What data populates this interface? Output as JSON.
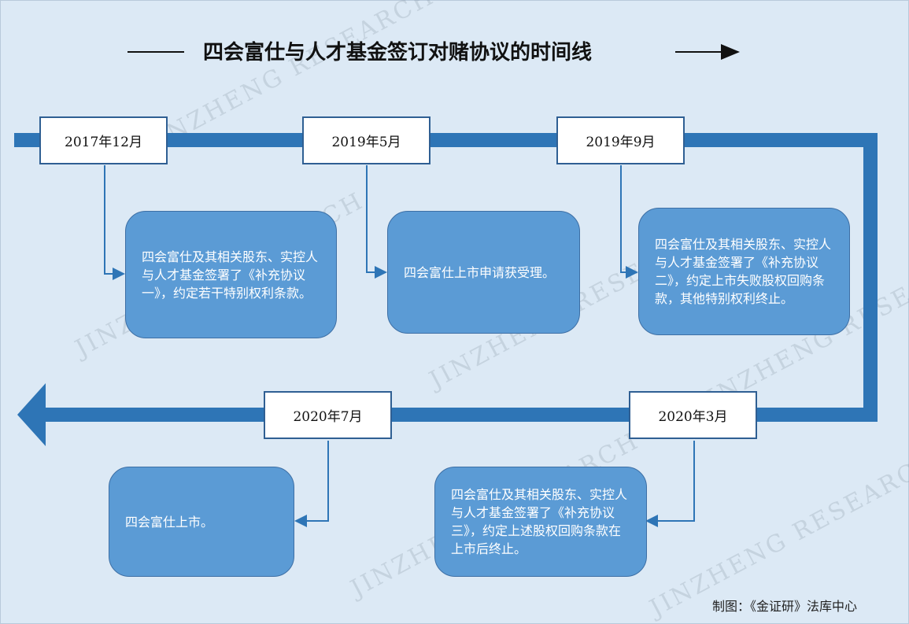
{
  "title": "四会富仕与人才基金签订对赌协议的时间线",
  "watermark": "JINZHENG RESEARCH",
  "credit": "制图：《金证研》法库中心",
  "colors": {
    "background": "#dce9f5",
    "timeline": "#2e75b6",
    "event_fill": "#5b9bd5",
    "box_border": "#2f5f93"
  },
  "milestones": [
    {
      "date": "2017年12月",
      "event": "四会富仕及其相关股东、实控人与人才基金签署了《补充协议一》，约定若干特别权利条款。"
    },
    {
      "date": "2019年5月",
      "event": "四会富仕上市申请获受理。"
    },
    {
      "date": "2019年9月",
      "event": "四会富仕及其相关股东、实控人与人才基金签署了《补充协议二》，约定上市失败股权回购条款，其他特别权利终止。"
    },
    {
      "date": "2020年3月",
      "event": "四会富仕及其相关股东、实控人与人才基金签署了《补充协议三》，约定上述股权回购条款在上市后终止。"
    },
    {
      "date": "2020年7月",
      "event": "四会富仕上市。"
    }
  ]
}
